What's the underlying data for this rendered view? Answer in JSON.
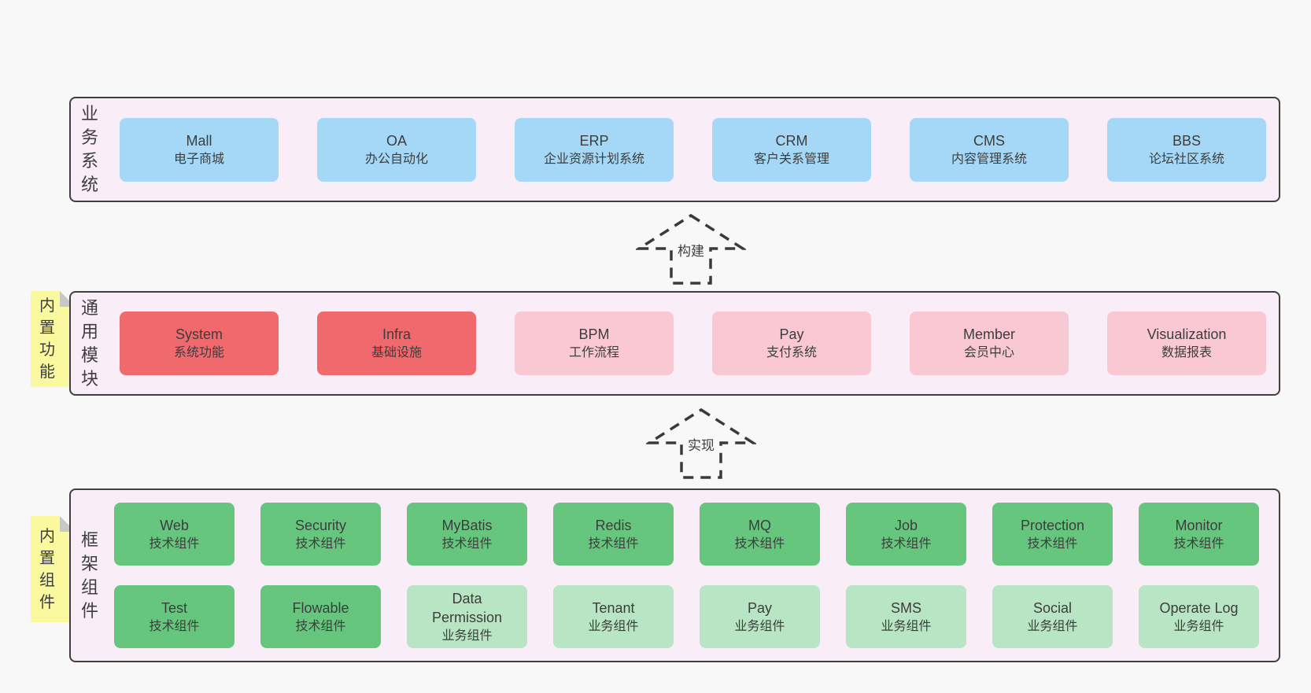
{
  "layers": [
    {
      "label": "业务系统",
      "note": "",
      "box_rows": [
        [
          {
            "en": "Mall",
            "zh": "电子商城",
            "variant": "blue"
          },
          {
            "en": "OA",
            "zh": "办公自动化",
            "variant": "blue"
          },
          {
            "en": "ERP",
            "zh": "企业资源计划系统",
            "variant": "blue"
          },
          {
            "en": "CRM",
            "zh": "客户关系管理",
            "variant": "blue"
          },
          {
            "en": "CMS",
            "zh": "内容管理系统",
            "variant": "blue"
          },
          {
            "en": "BBS",
            "zh": "论坛社区系统",
            "variant": "blue"
          }
        ]
      ]
    },
    {
      "label": "通用模块",
      "note": "内置功能",
      "box_rows": [
        [
          {
            "en": "System",
            "zh": "系统功能",
            "variant": "red"
          },
          {
            "en": "Infra",
            "zh": "基础设施",
            "variant": "red"
          },
          {
            "en": "BPM",
            "zh": "工作流程",
            "variant": "pink"
          },
          {
            "en": "Pay",
            "zh": "支付系统",
            "variant": "pink"
          },
          {
            "en": "Member",
            "zh": "会员中心",
            "variant": "pink"
          },
          {
            "en": "Visualization",
            "zh": "数据报表",
            "variant": "pink"
          }
        ]
      ]
    },
    {
      "label": "框架组件",
      "note": "内置组件",
      "box_rows": [
        [
          {
            "en": "Web",
            "zh": "技术组件",
            "variant": "green"
          },
          {
            "en": "Security",
            "zh": "技术组件",
            "variant": "green"
          },
          {
            "en": "MyBatis",
            "zh": "技术组件",
            "variant": "green"
          },
          {
            "en": "Redis",
            "zh": "技术组件",
            "variant": "green"
          },
          {
            "en": "MQ",
            "zh": "技术组件",
            "variant": "green"
          },
          {
            "en": "Job",
            "zh": "技术组件",
            "variant": "green"
          },
          {
            "en": "Protection",
            "zh": "技术组件",
            "variant": "green"
          },
          {
            "en": "Monitor",
            "zh": "技术组件",
            "variant": "green"
          }
        ],
        [
          {
            "en": "Test",
            "zh": "技术组件",
            "variant": "green"
          },
          {
            "en": "Flowable",
            "zh": "技术组件",
            "variant": "green"
          },
          {
            "en": "Data\nPermission",
            "zh": "业务组件",
            "variant": "lightgreen"
          },
          {
            "en": "Tenant",
            "zh": "业务组件",
            "variant": "lightgreen"
          },
          {
            "en": "Pay",
            "zh": "业务组件",
            "variant": "lightgreen"
          },
          {
            "en": "SMS",
            "zh": "业务组件",
            "variant": "lightgreen"
          },
          {
            "en": "Social",
            "zh": "业务组件",
            "variant": "lightgreen"
          },
          {
            "en": "Operate Log",
            "zh": "业务组件",
            "variant": "lightgreen"
          }
        ]
      ]
    }
  ],
  "arrows": [
    {
      "label": "构建"
    },
    {
      "label": "实现"
    }
  ],
  "colors": {
    "page_bg": "#f8f8f8",
    "container_bg": "#f9eef7",
    "container_border": "#3f3f3f",
    "blue": "#a5d8f7",
    "red": "#f0696d",
    "pink": "#fac8d3",
    "green": "#66c67e",
    "lightgreen": "#b8e5c3",
    "note_yellow": "#fbf99f",
    "note_fold": "#c8c8c8",
    "text": "#3d3d3d",
    "arrow_stroke": "#3a3a3a"
  }
}
